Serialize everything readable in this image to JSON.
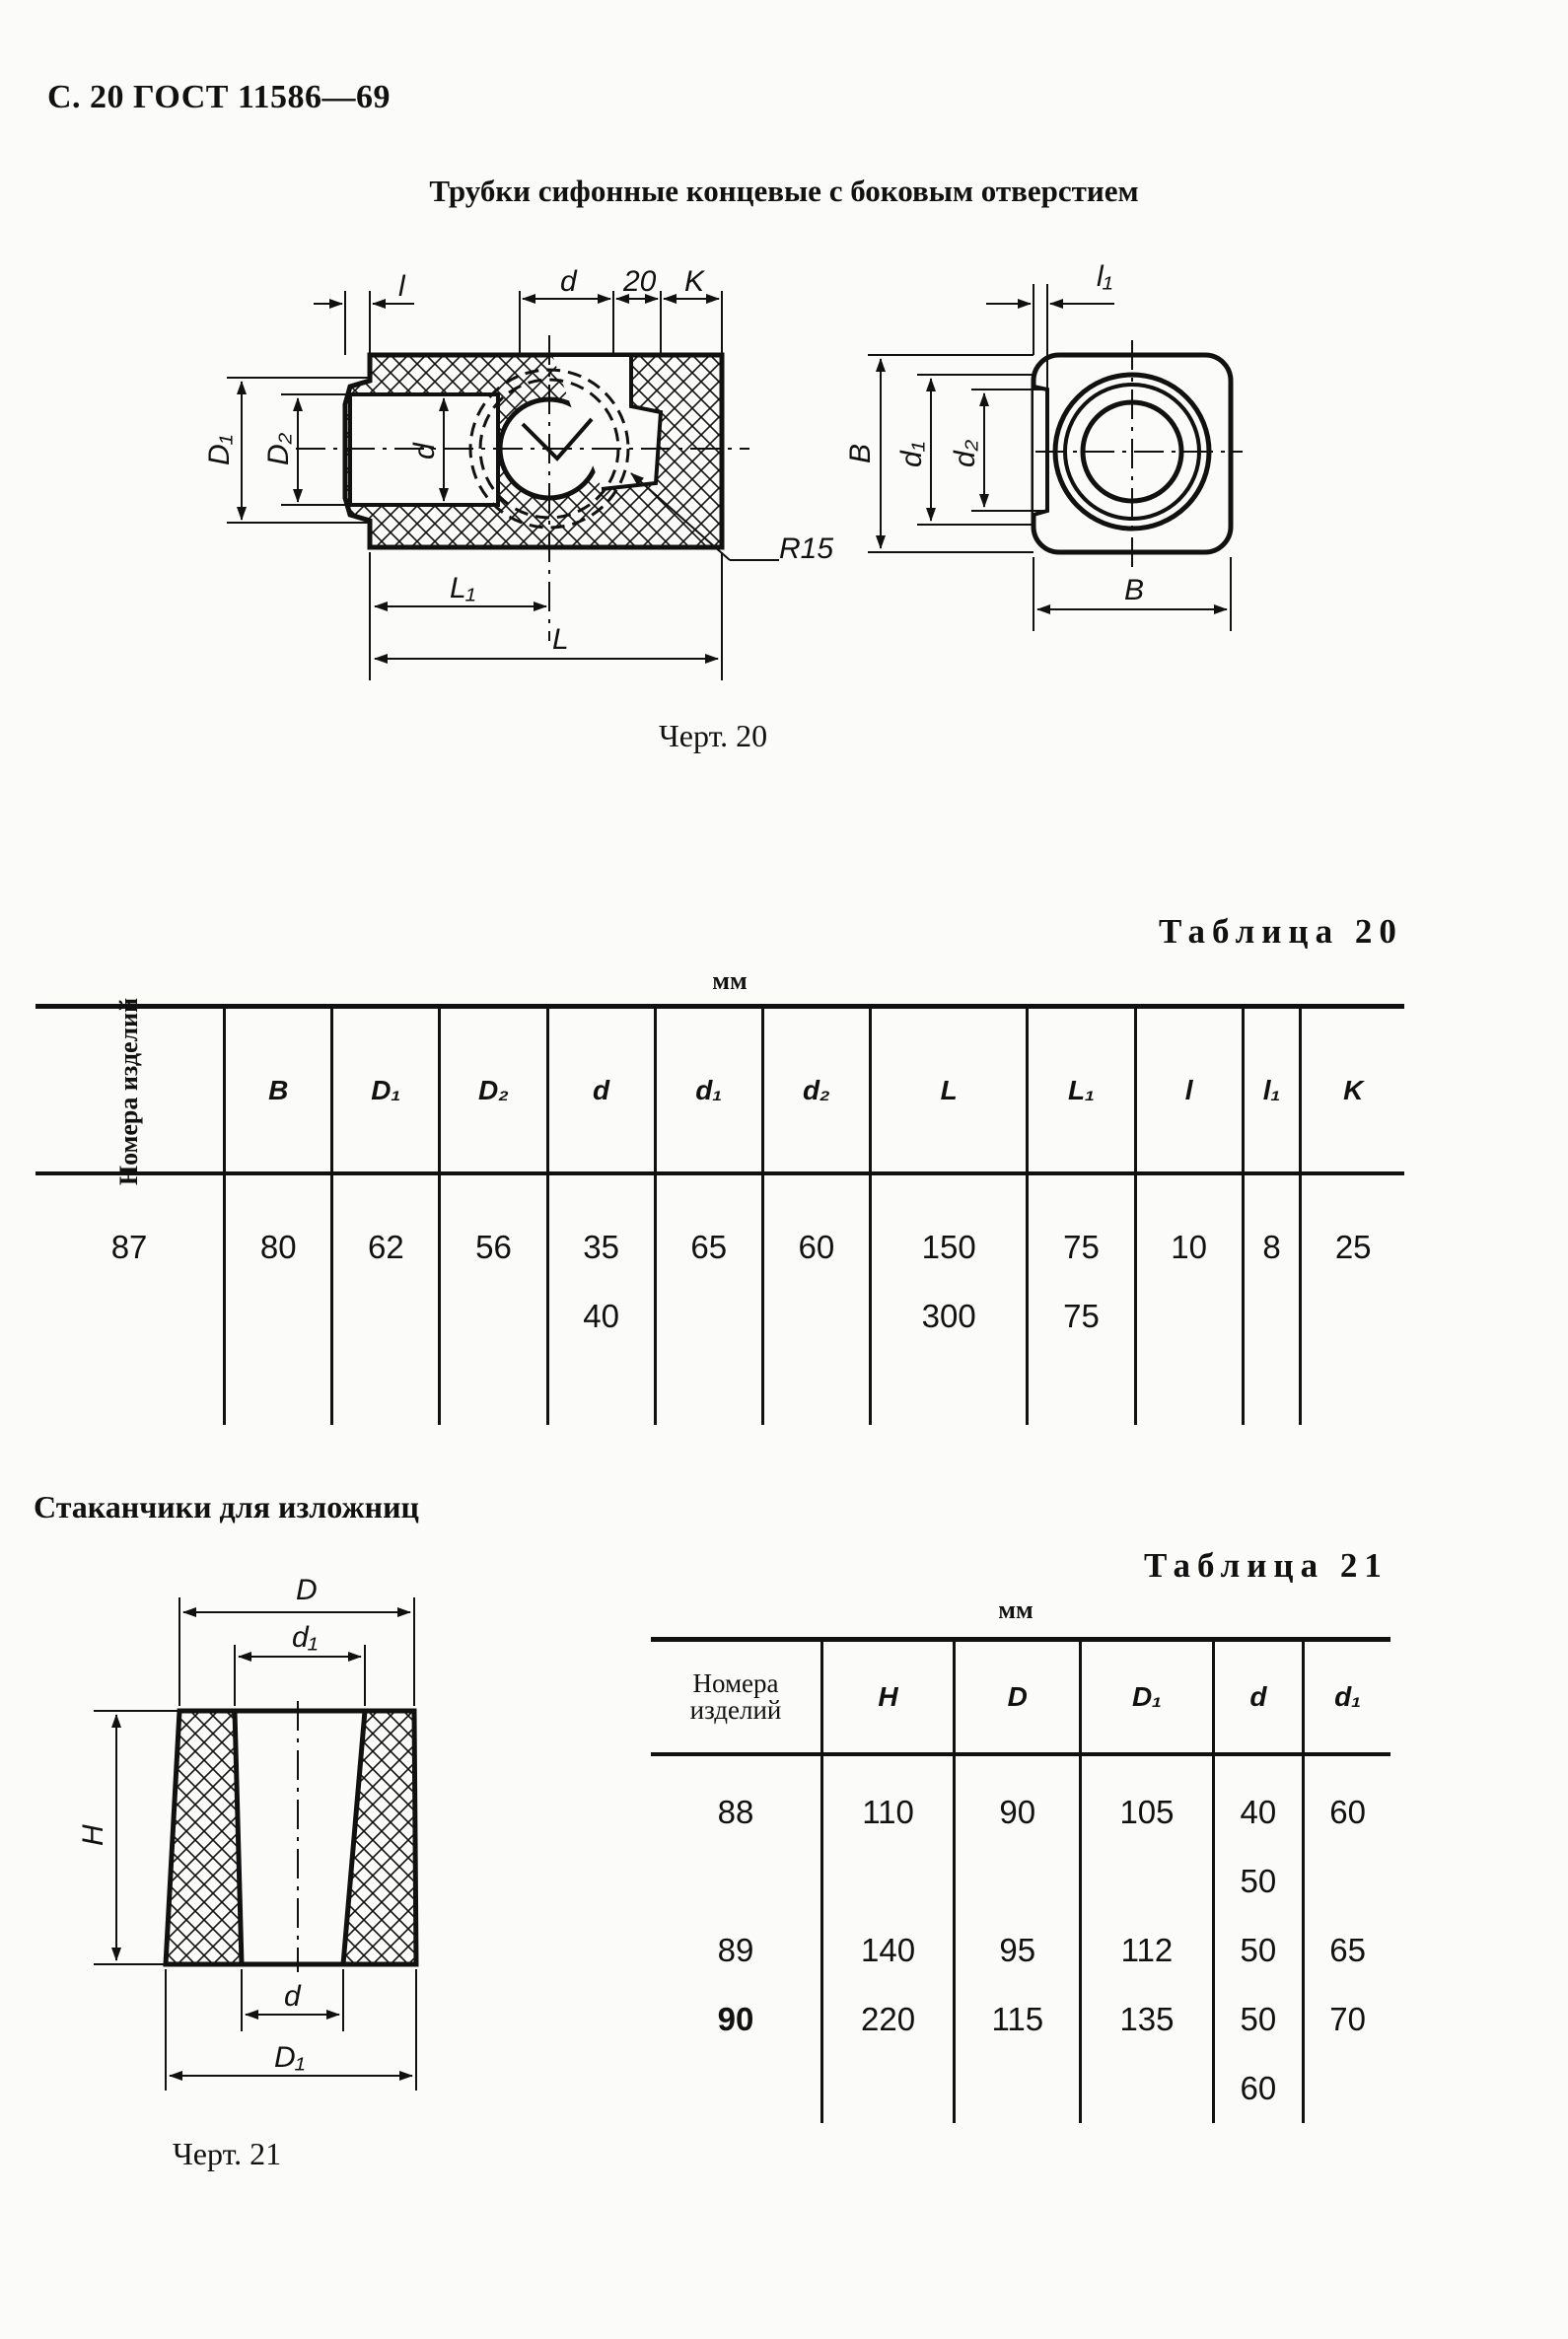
{
  "page_header": "С. 20 ГОСТ 11586—69",
  "section1_title": "Трубки сифонные концевые с боковым отверстием",
  "drawing20": {
    "caption": "Черт. 20",
    "labels": {
      "l": "l",
      "d": "d",
      "twenty": "20",
      "K": "K",
      "l1": "l₁",
      "D1": "D₁",
      "D2": "D₂",
      "d_inner": "d",
      "R15": "R15",
      "L1": "L₁",
      "L": "L",
      "B_vert": "B",
      "d1": "d₁",
      "d2": "d₂",
      "B_horiz": "B"
    }
  },
  "table20": {
    "title": "Таблица 20",
    "unit": "мм",
    "headers": [
      "Номера изделий",
      "B",
      "D₁",
      "D₂",
      "d",
      "d₁",
      "d₂",
      "L",
      "L₁",
      "l",
      "l₁",
      "K"
    ],
    "row": {
      "num": "87",
      "B": "80",
      "D1": "62",
      "D2": "56",
      "d_1": "35",
      "d_2": "40",
      "d1": "65",
      "d2": "60",
      "L_1": "150",
      "L_2": "300",
      "L1_1": "75",
      "L1_2": "75",
      "l": "10",
      "l1": "8",
      "K": "25"
    }
  },
  "section2_title": "Стаканчики для изложниц",
  "drawing21": {
    "caption": "Черт. 21",
    "labels": {
      "D": "D",
      "d1": "d₁",
      "H": "H",
      "d": "d",
      "D1": "D₁"
    }
  },
  "table21": {
    "title": "Таблица 21",
    "unit": "мм",
    "headers": [
      "Номера изделий",
      "H",
      "D",
      "D₁",
      "d",
      "d₁"
    ],
    "rows": [
      {
        "num": "88",
        "H": "110",
        "D": "90",
        "D1": "105",
        "d": [
          "40",
          "50"
        ],
        "d1": "60"
      },
      {
        "num": "89",
        "H": "140",
        "D": "95",
        "D1": "112",
        "d": [
          "50"
        ],
        "d1": "65"
      },
      {
        "num": "90",
        "H": "220",
        "D": "115",
        "D1": "135",
        "d": [
          "50",
          "60"
        ],
        "d1": "70"
      }
    ]
  }
}
